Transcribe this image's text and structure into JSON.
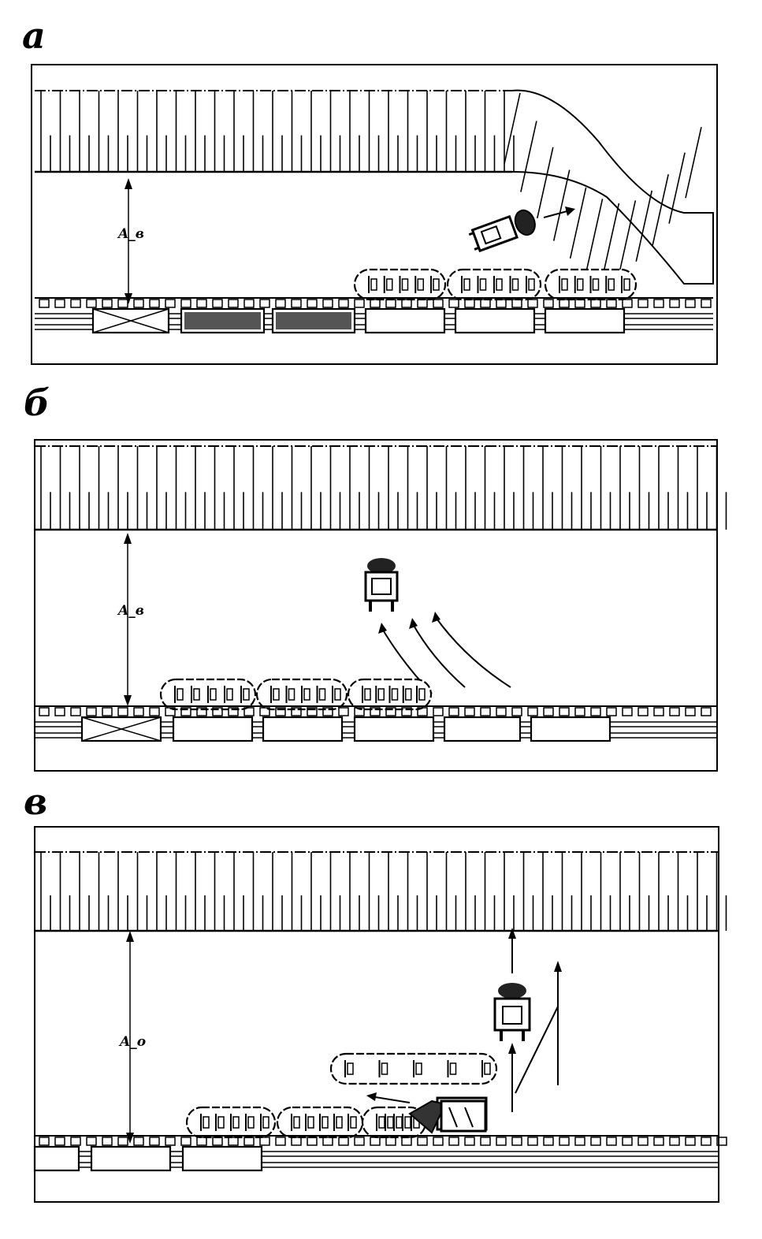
{
  "panels": [
    {
      "label": "а",
      "dimension_label": "A_в"
    },
    {
      "label": "б",
      "dimension_label": "A_в"
    },
    {
      "label": "в",
      "dimension_label": "A_о"
    }
  ]
}
